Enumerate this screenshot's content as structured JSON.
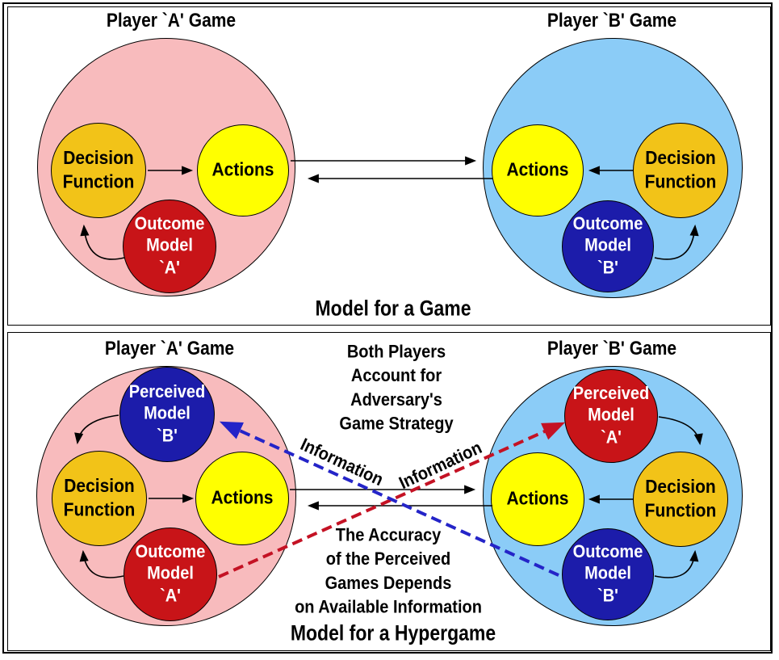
{
  "colors": {
    "game-a": "#f8bbbd",
    "game-b": "#8bccf7",
    "gold": "#f2c318",
    "yellow": "#ffff00",
    "red": "#c81418",
    "blue": "#1c1caa",
    "dash-red": "#c41224",
    "dash-blue": "#2424c8",
    "ink": "#000000"
  },
  "game_panel": {
    "player_a_title": "Player `A' Game",
    "player_b_title": "Player `B' Game",
    "caption": "Model for a Game",
    "player_a": {
      "decision_function": "Decision\nFunction",
      "actions": "Actions",
      "outcome_model": "Outcome\nModel\n`A'"
    },
    "player_b": {
      "decision_function": "Decision\nFunction",
      "actions": "Actions",
      "outcome_model": "Outcome\nModel\n`B'"
    }
  },
  "hypergame_panel": {
    "player_a_title": "Player `A' Game",
    "player_b_title": "Player `B' Game",
    "caption": "Model for a Hypergame",
    "top_note": "Both Players\nAccount for\nAdversary's\nGame Strategy",
    "bottom_note": "The Accuracy\nof the Perceived\nGames Depends\non Available Information",
    "information_label_ba": "Information",
    "information_label_ab": "Information",
    "player_a": {
      "perceived_model": "Perceived\nModel\n`B'",
      "decision_function": "Decision\nFunction",
      "actions": "Actions",
      "outcome_model": "Outcome\nModel\n`A'"
    },
    "player_b": {
      "perceived_model": "Perceived\nModel\n`A'",
      "decision_function": "Decision\nFunction",
      "actions": "Actions",
      "outcome_model": "Outcome\nModel\n`B'"
    }
  }
}
